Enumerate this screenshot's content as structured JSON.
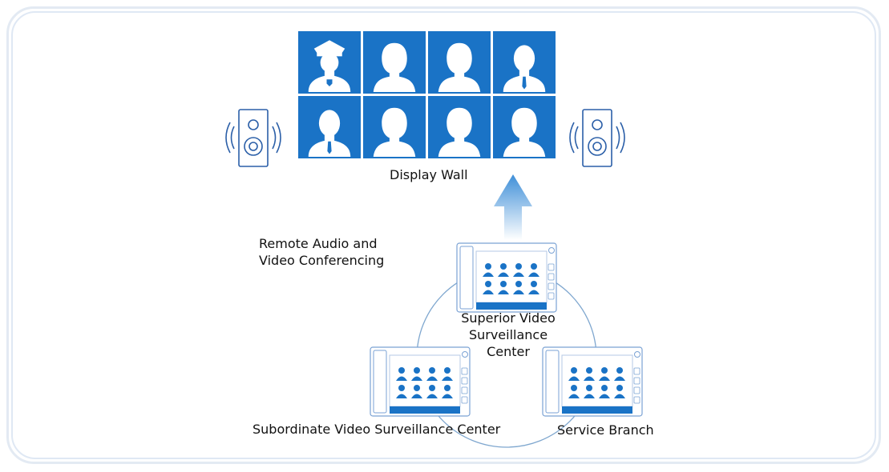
{
  "title": "Display Wall",
  "conference_label_line1": "Remote Audio and",
  "conference_label_line2": "Video Conferencing",
  "nodes": {
    "superior": {
      "line1": "Superior Video",
      "line2": "Surveillance",
      "line3": "Center"
    },
    "subordinate": {
      "label": "Subordinate Video Surveillance Center"
    },
    "branch": {
      "label": "Service Branch"
    }
  },
  "wall_tiles": [
    "police-officer-icon",
    "woman-short-hair-icon",
    "woman-icon",
    "man-tie-icon",
    "man-suit-icon",
    "woman-long-hair-icon",
    "woman-icon",
    "woman-icon"
  ],
  "colors": {
    "primary": "#1a73c6",
    "arrow_top": "#3f8fd8",
    "arrow_bottom": "#ffffff",
    "line": "#7fa7cf",
    "speaker": "#2b5fa8"
  }
}
